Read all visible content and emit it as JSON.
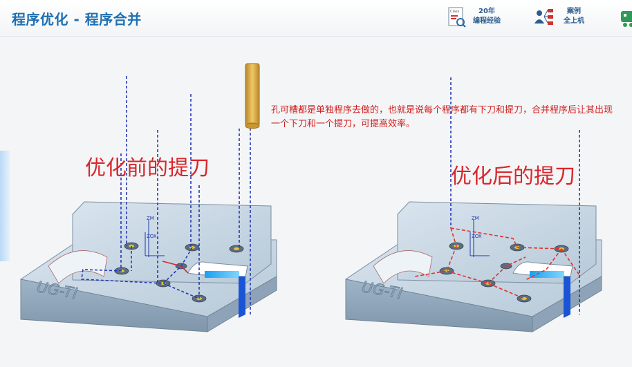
{
  "header": {
    "title": "程序优化 - 程序合并",
    "badges": [
      {
        "id": "years",
        "line1": "20年",
        "line2": "编程经验",
        "icon": "document-search-icon",
        "icon_text": "Class"
      },
      {
        "id": "cases",
        "line1": "案例",
        "line2": "全上机",
        "icon": "people-network-icon"
      },
      {
        "id": "partial",
        "icon": "cart-icon"
      }
    ]
  },
  "annotation": "孔可槽都是单独程序去做的，也就是说每个程序都有下刀和提刀，合并程序后让其出现一个下刀和一个提刀，可提高效率。",
  "left_panel": {
    "label": "优化前的提刀",
    "engraving": "UG-TI",
    "axis_label": "ZM",
    "coord_label": "ZOX"
  },
  "right_panel": {
    "label": "优化后的提刀",
    "engraving": "UG-TI",
    "axis_label": "ZM",
    "coord_label": "ZOX"
  },
  "colors": {
    "title_blue": "#1f6fb2",
    "accent_red": "#d9262c",
    "path_blue": "#2536b8",
    "path_red": "#e2312e",
    "part_steel": "#a8bdd0",
    "cutter_gold": "#d9a640"
  }
}
